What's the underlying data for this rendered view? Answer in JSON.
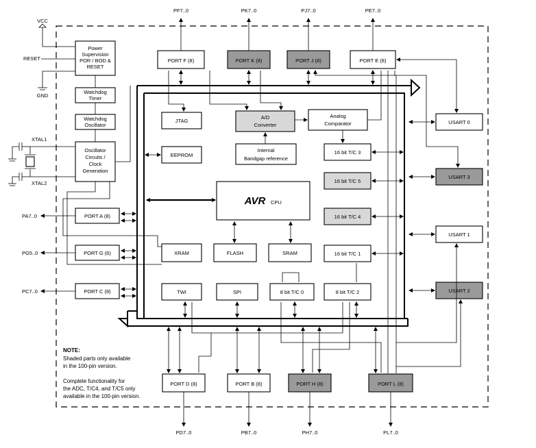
{
  "blocks": {
    "power": [
      "Power",
      "Supervision",
      "POR / BOD &",
      "RESET"
    ],
    "watchdog_timer": [
      "Watchdog",
      "Timer"
    ],
    "watchdog_osc": [
      "Watchdog",
      "Oscillator"
    ],
    "oscillator": [
      "Oscillator",
      "Circuits /",
      "Clock",
      "Generation"
    ],
    "portf": "PORT F (8)",
    "portk": "PORT K (8)",
    "portj": "PORT J (8)",
    "porte": "PORT E (8)",
    "jtag": "JTAG",
    "adc": [
      "A/D",
      "Converter"
    ],
    "analog_comp": [
      "Analog",
      "Comparator"
    ],
    "eeprom": "EEPROM",
    "bandgap": [
      "Internal",
      "Bandgap reference"
    ],
    "tc3": "16 bit T/C 3",
    "tc5": "16 bit T/C 5",
    "tc4": "16 bit T/C 4",
    "tc1": "16 bit T/C 1",
    "cpu_logo": "AVR",
    "cpu_label": "CPU",
    "porta": "PORT A (8)",
    "portg": "PORT G (6)",
    "portc": "PORT C (8)",
    "xram": "XRAM",
    "flash": "FLASH",
    "sram": "SRAM",
    "twi": "TWI",
    "spi": "SPI",
    "tc0": "8 bit T/C 0",
    "tc2": "8 bit T/C 2",
    "usart0": "USART 0",
    "usart3": "USART 3",
    "usart1": "USART 1",
    "usart2": "USART 2",
    "portd": "PORT D (8)",
    "portb": "PORT B (8)",
    "porth": "PORT H (8)",
    "portl": "PORT L (8)"
  },
  "pins": {
    "pf": "PF7..0",
    "pk": "PK7..0",
    "pj": "PJ7..0",
    "pe": "PE7..0",
    "vcc": "VCC",
    "reset": "RESET",
    "gnd": "GND",
    "xtal1": "XTAL1",
    "xtal2": "XTAL2",
    "pa": "PA7..0",
    "pg": "PG5..0",
    "pc": "PC7..0",
    "pd": "PD7..0",
    "pb": "PB7..0",
    "ph": "PH7..0",
    "pl": "PL7..0"
  },
  "note": {
    "title": "NOTE:",
    "lines": [
      "Shaded parts only available",
      "in the 100-pin version.",
      "",
      "Complete functionality for",
      "the ADC, T/C4, and T/C5 only",
      "available in the 100-pin version."
    ]
  }
}
